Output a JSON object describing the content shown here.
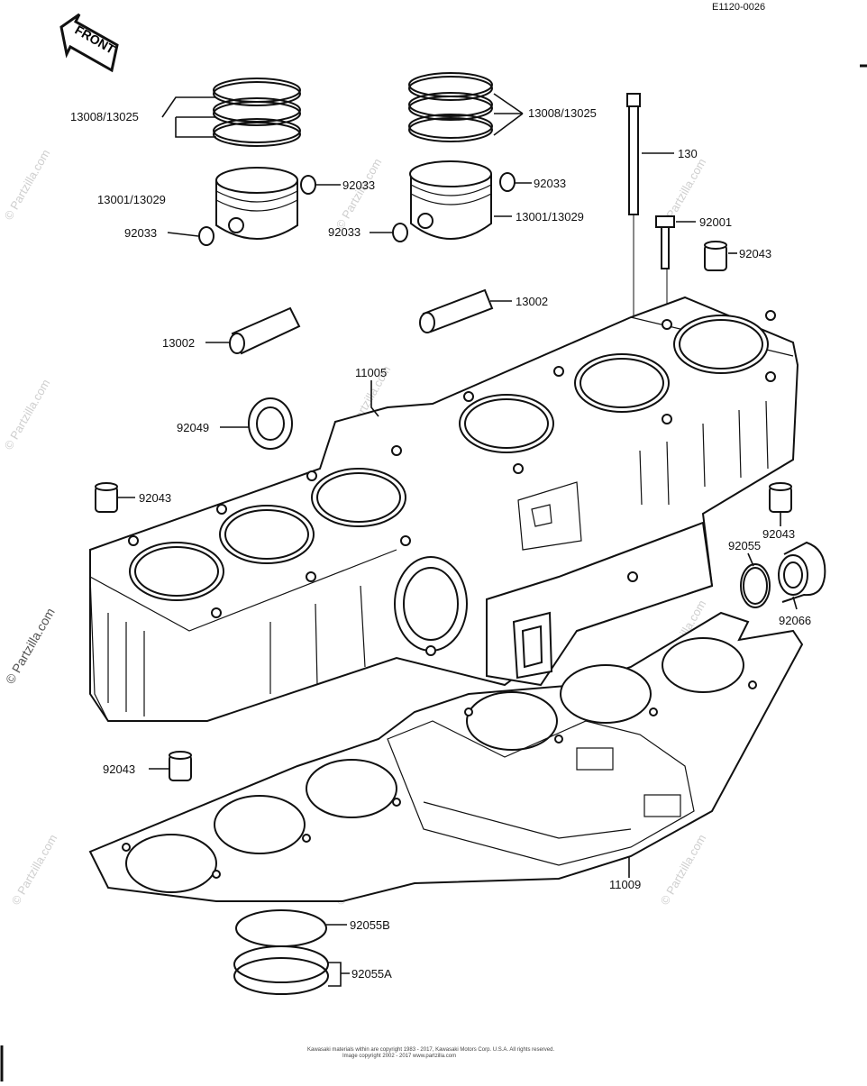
{
  "diagram": {
    "code": "E1120-0026",
    "front_label": "FRONT",
    "watermark": "© Partzilla.com",
    "footer": {
      "line1": "Kawasaki materials within are copyright 1983 - 2017, Kawasaki Motors Corp. U.S.A. All rights reserved.",
      "line2": "Image copyright 2002 - 2017 www.partzilla.com"
    }
  },
  "labels": {
    "rings_left": "13008/13025",
    "piston_left": "13001/13029",
    "clip_left_upper": "92033",
    "clip_left_lower": "92033",
    "rings_right": "13008/13025",
    "clip_right_upper": "92033",
    "clip_right_lower": "92033",
    "piston_right": "13001/13029",
    "stud": "130",
    "bolt": "92001",
    "dowel_top_right": "92043",
    "pin_left": "13002",
    "pin_right": "13002",
    "cylinder": "11005",
    "oil_seal": "92049",
    "dowel_left": "92043",
    "dowel_right": "92043",
    "oring_right": "92055",
    "seal_right": "92066",
    "dowel_bottom": "92043",
    "base_gasket": "11009",
    "oring_b": "92055B",
    "oring_a": "92055A"
  }
}
